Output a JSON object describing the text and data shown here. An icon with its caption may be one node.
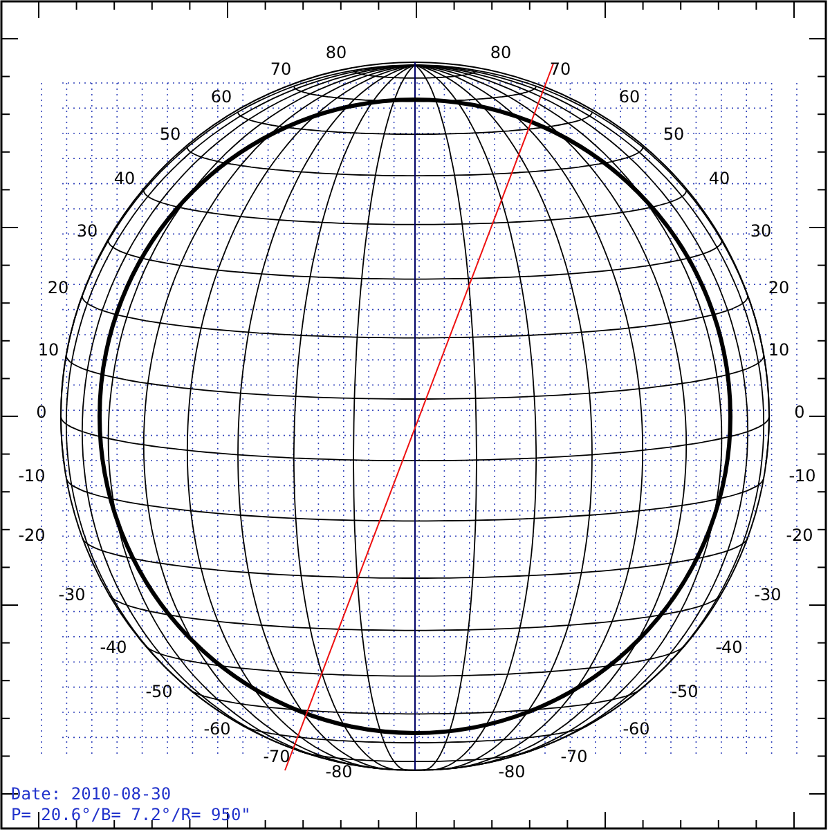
{
  "diagram": {
    "labels": [
      "80",
      "80",
      "70",
      "70",
      "60",
      "60",
      "50",
      "50",
      "40",
      "40",
      "30",
      "30",
      "20",
      "20",
      "10",
      "10",
      "0",
      "0",
      "-10",
      "-10",
      "-20",
      "-20",
      "-30",
      "-30",
      "-40",
      "-40",
      "-50",
      "-50",
      "-60",
      "-60",
      "-70",
      "-70",
      "-80",
      "-80",
      "Date: 2010-08-30",
      "P= 20.6°/B= 7.2°/R= 950\""
    ]
  }
}
